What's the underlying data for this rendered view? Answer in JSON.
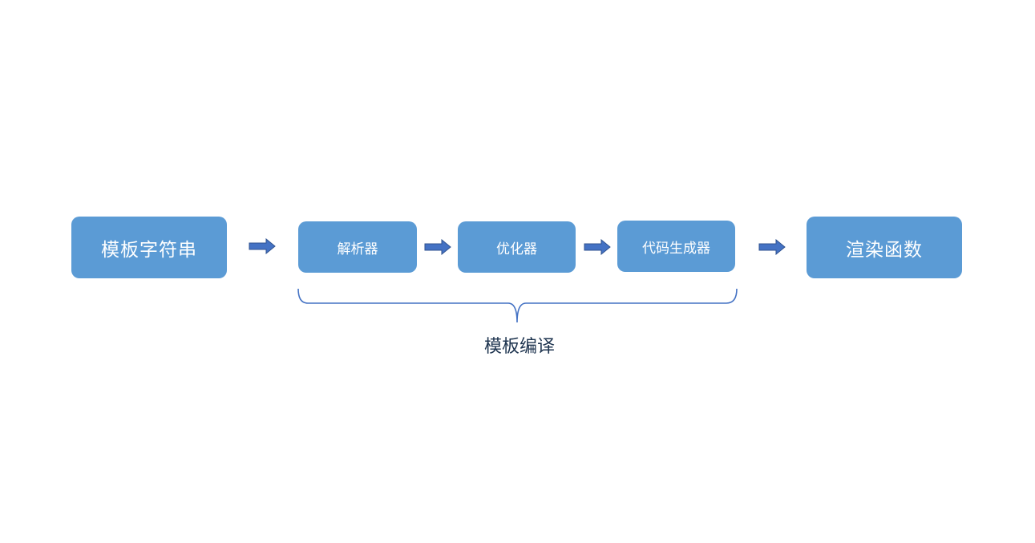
{
  "colors": {
    "node_fill": "#5b9bd5",
    "arrow_fill": "#4472c4",
    "arrow_stroke": "#2f528f",
    "brace_stroke": "#4472c4",
    "label_text": "#1f3550"
  },
  "flow": {
    "input": {
      "label": "模板字符串"
    },
    "compiler_steps": [
      {
        "label": "解析器"
      },
      {
        "label": "优化器"
      },
      {
        "label": "代码生成器"
      }
    ],
    "output": {
      "label": "渲染函数"
    }
  },
  "group": {
    "label": "模板编译"
  },
  "icons": {
    "arrow": "right-arrow-icon",
    "brace": "curly-brace-icon"
  }
}
